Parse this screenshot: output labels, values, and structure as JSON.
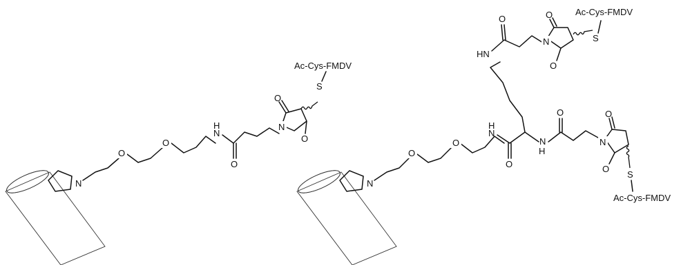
{
  "atoms": {
    "N": "N",
    "O": "O",
    "S": "S",
    "H": "H",
    "HN": "HN",
    "conjugate_label": "Ac-Cys-FMDV"
  },
  "colors": {
    "ink": "#111111",
    "nanotube": "#333333",
    "background": "#ffffff"
  },
  "icons": [
    "carbon-nanotube-icon"
  ]
}
